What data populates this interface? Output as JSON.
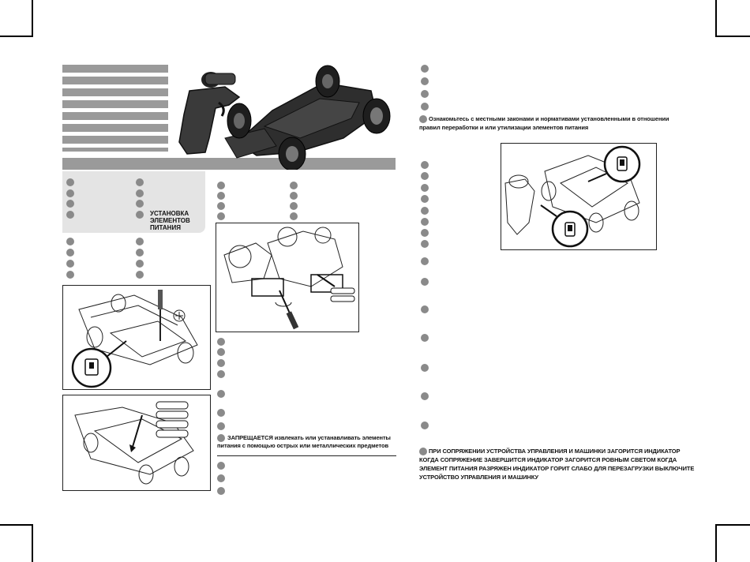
{
  "notices": {
    "recycle_text_bold": "Ознакомьтесь с местными законами и нормативами  установленными в отношении",
    "recycle_text_bold_2": "правил переработки и  или утилизации элементов питания",
    "install_label_line1": "УСТАНОВКА",
    "install_label_line2": "ЭЛЕМЕНТОВ",
    "install_label_line3": "ПИТАНИЯ",
    "forbidden_line1_bold": "ЗАПРЕЩАЕТСЯ",
    "forbidden_line1_rest": " извлекать или устанавливать элементы",
    "forbidden_line2": "питания с помощью острых или металлических предметов",
    "pairing_line1": "ПРИ СОПРЯЖЕНИИ УСТРОЙСТВА УПРАВЛЕНИЯ И МАШИНКИ ЗАГОРИТСЯ ИНДИКАТОР",
    "pairing_line2": "КОГДА СОПРЯЖЕНИЕ ЗАВЕРШИТСЯ  ИНДИКАТОР ЗАГОРИТСЯ РОВНЫМ СВЕТОМ  КОГДА",
    "pairing_line3": "ЭЛЕМЕНТ ПИТАНИЯ РАЗРЯЖЕН  ИНДИКАТОР ГОРИТ СЛАБО  ДЛЯ ПЕРЕЗАГРУЗКИ ВЫКЛЮЧИТЕ",
    "pairing_line4": "УСТРОЙСТВО УПРАВЛЕНИЯ И МАШИНКУ"
  },
  "figures": {
    "product_photo": "rc-car-and-remote",
    "battery_install_diagram": "screwdriver-battery-compartment",
    "switch_diagram": "car-power-switch",
    "battery_insert_diagram": "aa-batteries-insert",
    "pairing_diagram": "remote-and-car-switches"
  },
  "colors": {
    "accent_grey": "#9a9a9a",
    "panel_grey": "#e4e4e4",
    "bullet_grey": "#8a8a8a"
  }
}
